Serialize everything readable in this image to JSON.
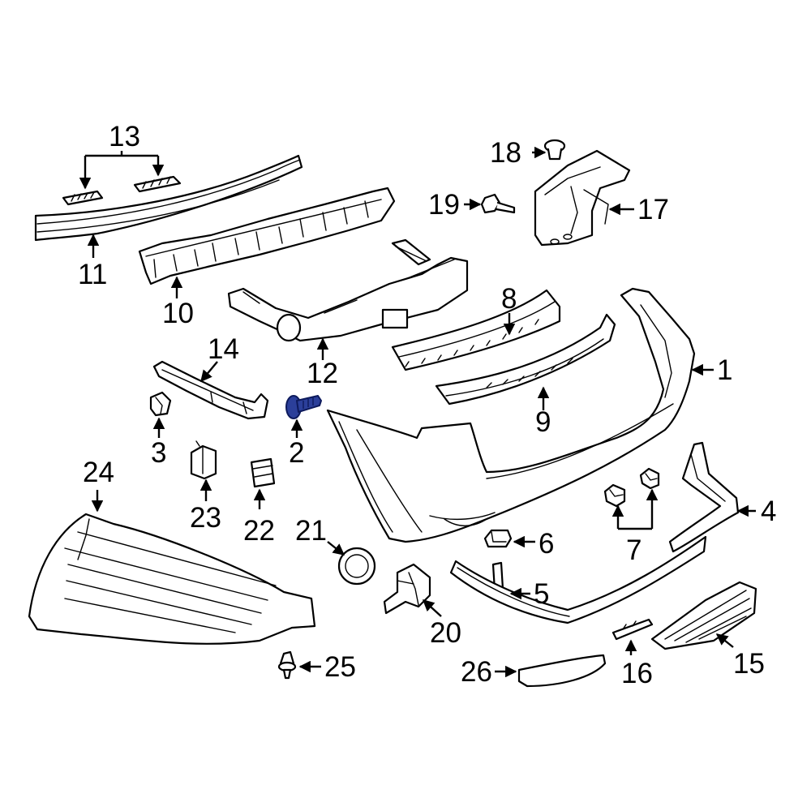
{
  "diagram": {
    "callouts": [
      {
        "id": "1",
        "label": "1"
      },
      {
        "id": "2",
        "label": "2"
      },
      {
        "id": "3",
        "label": "3"
      },
      {
        "id": "4",
        "label": "4"
      },
      {
        "id": "5",
        "label": "5"
      },
      {
        "id": "6",
        "label": "6"
      },
      {
        "id": "7",
        "label": "7"
      },
      {
        "id": "8",
        "label": "8"
      },
      {
        "id": "9",
        "label": "9"
      },
      {
        "id": "10",
        "label": "10"
      },
      {
        "id": "11",
        "label": "11"
      },
      {
        "id": "12",
        "label": "12"
      },
      {
        "id": "13",
        "label": "13"
      },
      {
        "id": "14",
        "label": "14"
      },
      {
        "id": "15",
        "label": "15"
      },
      {
        "id": "16",
        "label": "16"
      },
      {
        "id": "17",
        "label": "17"
      },
      {
        "id": "18",
        "label": "18"
      },
      {
        "id": "19",
        "label": "19"
      },
      {
        "id": "20",
        "label": "20"
      },
      {
        "id": "21",
        "label": "21"
      },
      {
        "id": "22",
        "label": "22"
      },
      {
        "id": "23",
        "label": "23"
      },
      {
        "id": "24",
        "label": "24"
      },
      {
        "id": "25",
        "label": "25"
      },
      {
        "id": "26",
        "label": "26"
      }
    ],
    "highlighted_part": "2",
    "colors": {
      "line": "#000000",
      "background": "#ffffff",
      "highlight": "#2b3f9a"
    }
  }
}
